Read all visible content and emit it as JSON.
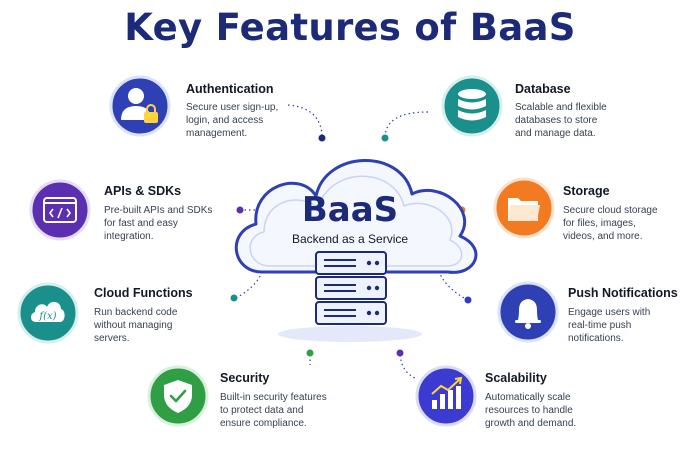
{
  "title": "Key Features of BaaS",
  "center": {
    "title": "BaaS",
    "subtitle": "Backend as a Service"
  },
  "colors": {
    "navy": "#1c2a78",
    "blue": "#2f3fb4",
    "teal": "#1b8f8c",
    "purple": "#5b2fb0",
    "orange": "#f27b22",
    "green": "#2f9e44",
    "indigo": "#3b3bd1"
  },
  "features": [
    {
      "title": "Authentication",
      "desc": [
        "Secure user sign-up,",
        "login, and access",
        "management."
      ],
      "icon": "user-lock-icon"
    },
    {
      "title": "Database",
      "desc": [
        "Scalable and flexible",
        "databases to store",
        "and manage data."
      ],
      "icon": "database-icon"
    },
    {
      "title": "APIs & SDKs",
      "desc": [
        "Pre-built APIs and SDKs",
        "for fast and easy",
        "integration."
      ],
      "icon": "code-window-icon"
    },
    {
      "title": "Storage",
      "desc": [
        "Secure cloud storage",
        "for files, images,",
        "videos, and more."
      ],
      "icon": "folder-icon"
    },
    {
      "title": "Cloud Functions",
      "desc": [
        "Run backend code",
        "without managing",
        "servers."
      ],
      "icon": "cloud-function-icon"
    },
    {
      "title": "Push Notifications",
      "desc": [
        "Engage users with",
        "real-time push",
        "notifications."
      ],
      "icon": "bell-icon"
    },
    {
      "title": "Security",
      "desc": [
        "Built-in security features",
        "to protect data and",
        "ensure compliance."
      ],
      "icon": "shield-check-icon"
    },
    {
      "title": "Scalability",
      "desc": [
        "Automatically scale",
        "resources to handle",
        "growth and demand."
      ],
      "icon": "growth-chart-icon"
    }
  ]
}
